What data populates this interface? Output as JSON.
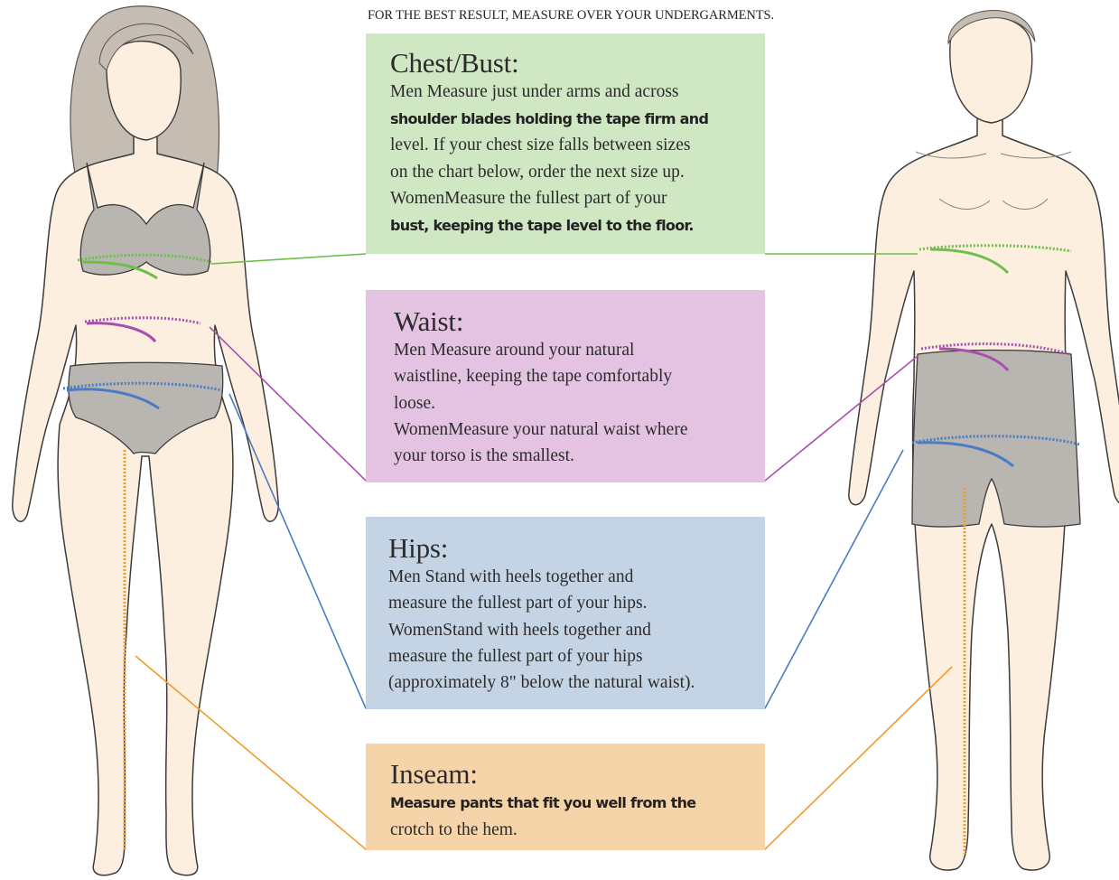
{
  "intro": "FOR THE BEST RESULT, MEASURE OVER YOUR UNDERGARMENTS.",
  "colors": {
    "chest": "#6dbf4a",
    "waist": "#a84fae",
    "hips": "#4a7cc4",
    "inseam": "#f39a2a",
    "skin": "#fcefe0",
    "hair": "#c5bcb2",
    "garment": "#b9b5b1"
  },
  "sections": {
    "chest": {
      "title": "Chest/Bust:",
      "lines": [
        "Men Measure just under arms and across",
        "shoulder blades holding the tape firm and",
        "level.  If your chest size falls between sizes",
        "on the chart below, order the next size up.",
        "WomenMeasure the fullest part of your",
        "bust, keeping the tape level to the floor."
      ]
    },
    "waist": {
      "title": "Waist:",
      "lines": [
        "Men Measure around your natural",
        "waistline, keeping the tape comfortably",
        "loose.",
        "WomenMeasure your natural waist where",
        "your torso is the smallest."
      ]
    },
    "hips": {
      "title": "Hips:",
      "lines": [
        "Men Stand with heels together and",
        "measure the fullest part of your hips.",
        "WomenStand with heels together and",
        "measure the fullest part of your hips",
        "(approximately 8\" below the natural waist)."
      ]
    },
    "inseam": {
      "title": "Inseam:",
      "lines": [
        "Measure pants that fit you well from the",
        "crotch to the hem."
      ]
    }
  }
}
